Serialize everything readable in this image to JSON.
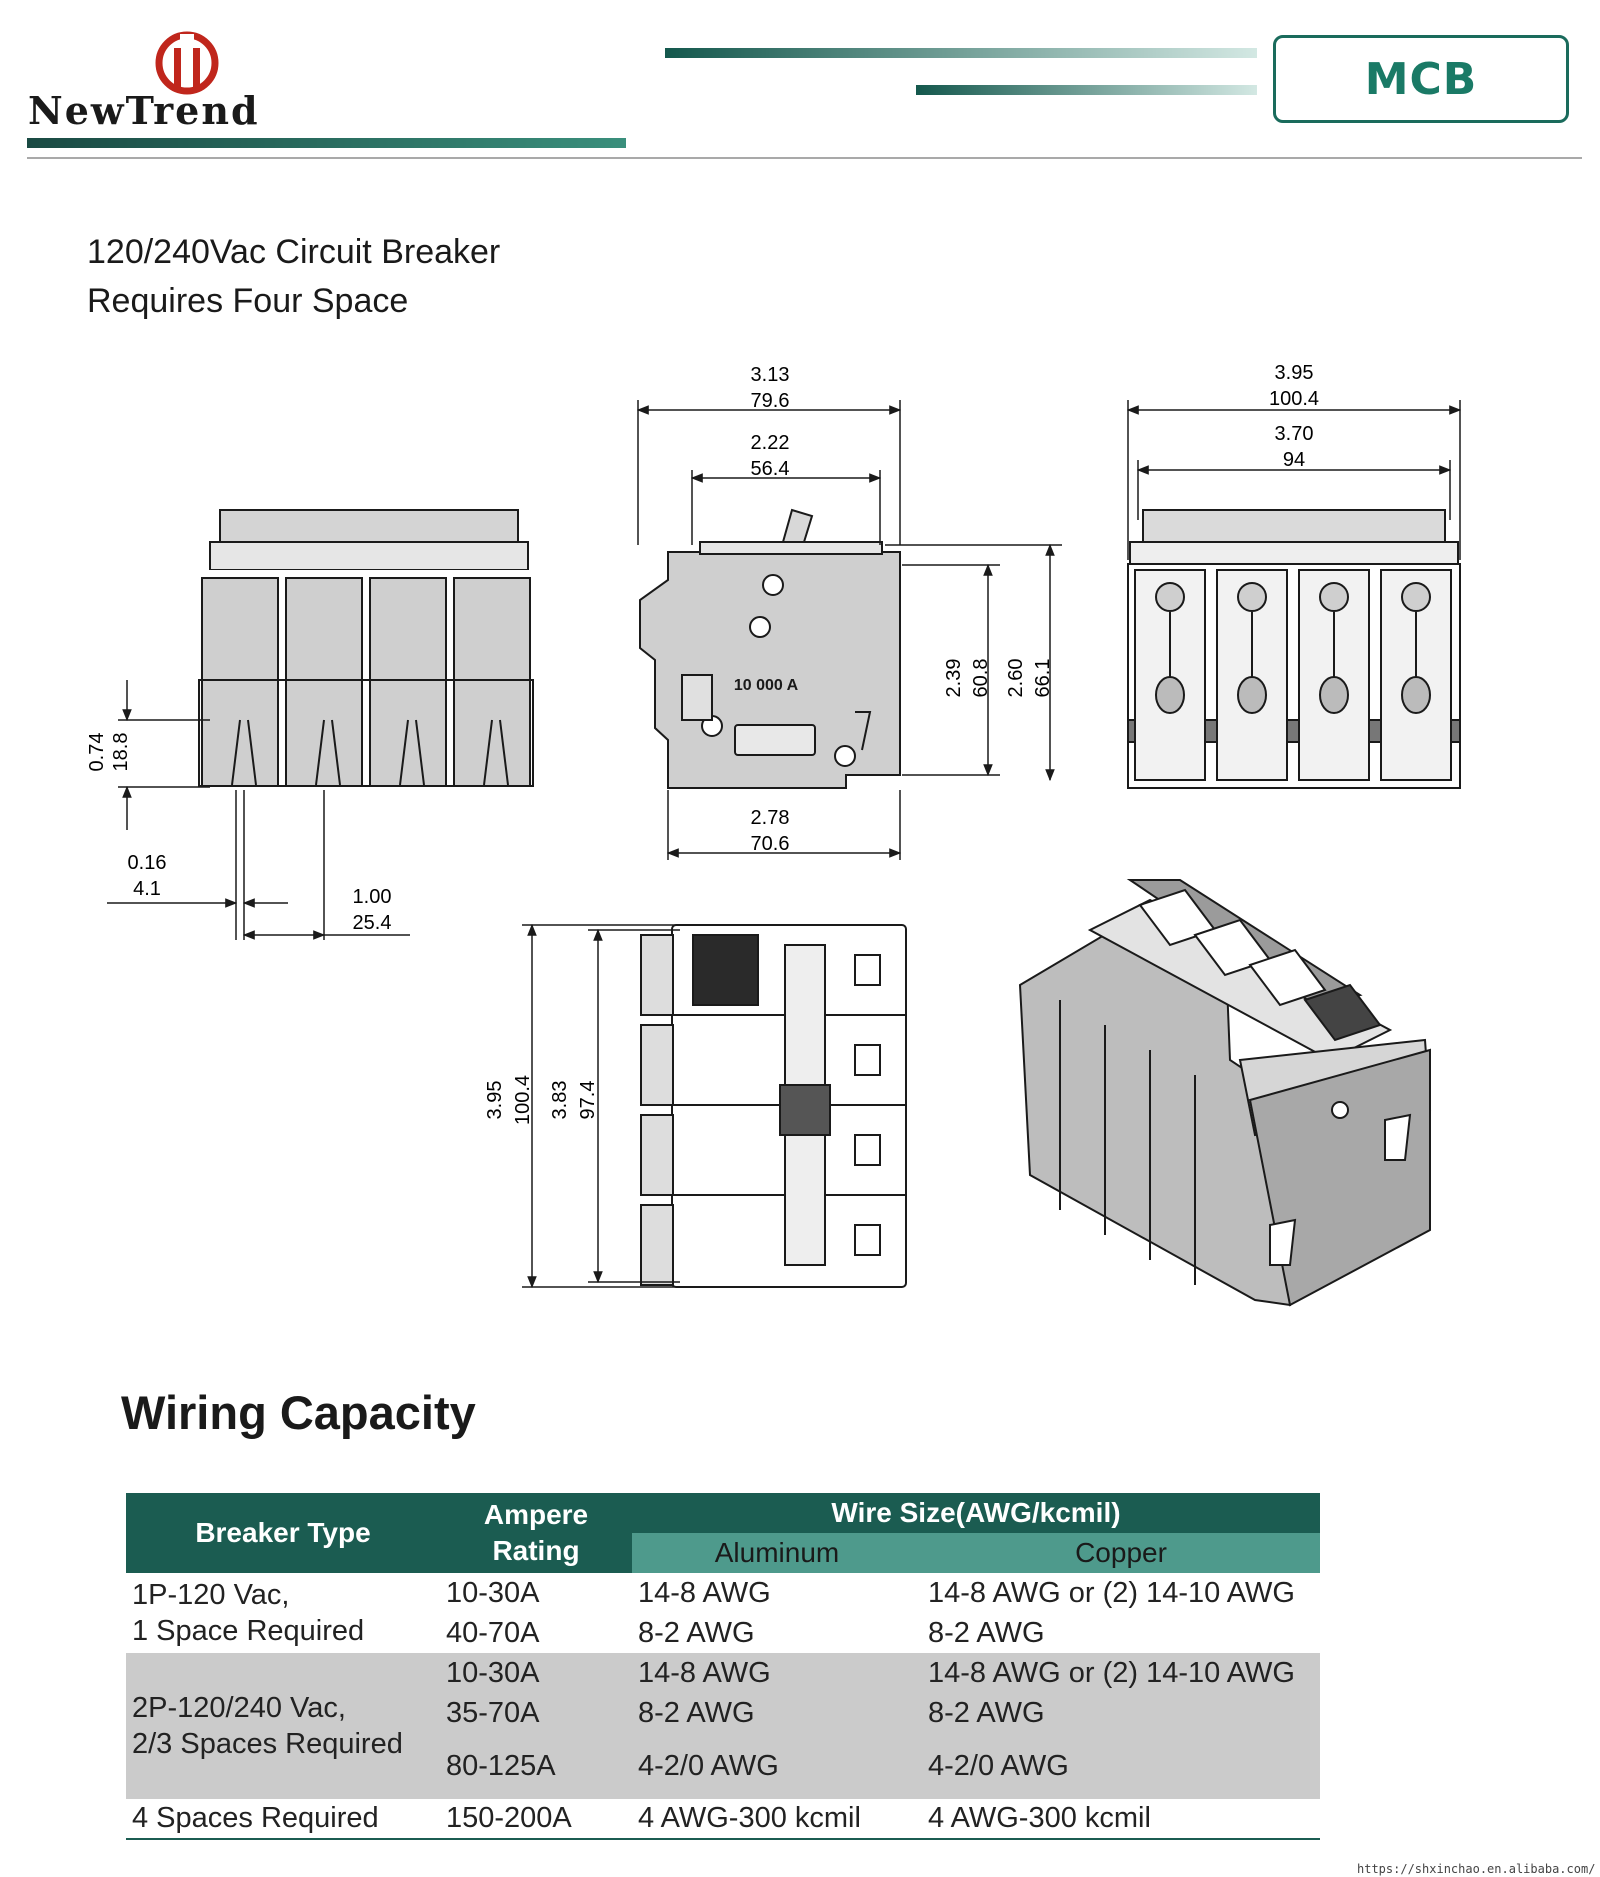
{
  "header": {
    "brand": "NewTrend",
    "badge": "MCB",
    "colors": {
      "brand_green": "#1a6b5c",
      "logo_red": "#c0261c"
    }
  },
  "intro": {
    "line1": "120/240Vac Circuit Breaker",
    "line2": "Requires Four Space"
  },
  "drawings": {
    "side_view": {
      "dims": [
        {
          "inch": "0.74",
          "mm": "18.8"
        },
        {
          "inch": "0.16",
          "mm": "4.1"
        },
        {
          "inch": "1.00",
          "mm": "25.4"
        }
      ]
    },
    "front_view": {
      "dims": [
        {
          "inch": "3.13",
          "mm": "79.6"
        },
        {
          "inch": "2.22",
          "mm": "56.4"
        },
        {
          "inch": "2.78",
          "mm": "70.6"
        },
        {
          "inch": "2.39",
          "mm": "60.8"
        },
        {
          "inch": "2.60",
          "mm": "66.1"
        }
      ],
      "rating_label": "10 000 A"
    },
    "end_view": {
      "dims": [
        {
          "inch": "3.95",
          "mm": "100.4"
        },
        {
          "inch": "3.70",
          "mm": "94"
        }
      ]
    },
    "top_view": {
      "dims": [
        {
          "inch": "3.95",
          "mm": "100.4"
        },
        {
          "inch": "3.83",
          "mm": "97.4"
        }
      ]
    },
    "iso_view": {
      "icon": "breaker-isometric-icon"
    }
  },
  "wiring": {
    "title": "Wiring Capacity",
    "headers": {
      "breaker_type": "Breaker Type",
      "ampere_rating": "Ampere Rating",
      "wire_size": "Wire Size(AWG/kcmil)",
      "aluminum": "Aluminum",
      "copper": "Copper"
    },
    "groups": [
      {
        "type": "1P-120 Vac,\n1 Space Required",
        "rows": [
          {
            "amp": "10-30A",
            "al": "14-8 AWG",
            "cu": "14-8 AWG or (2) 14-10 AWG"
          },
          {
            "amp": "40-70A",
            "al": "8-2 AWG",
            "cu": "8-2 AWG"
          }
        ]
      },
      {
        "type": "2P-120/240 Vac,\n2/3 Spaces Required",
        "rows": [
          {
            "amp": "10-30A",
            "al": "14-8 AWG",
            "cu": "14-8 AWG or (2) 14-10 AWG"
          },
          {
            "amp": "35-70A",
            "al": "8-2 AWG",
            "cu": "8-2 AWG"
          },
          {
            "amp": "80-125A",
            "al": "4-2/0 AWG",
            "cu": "4-2/0 AWG"
          }
        ]
      },
      {
        "type": "4 Spaces Required",
        "rows": [
          {
            "amp": "150-200A",
            "al": "4 AWG-300 kcmil",
            "cu": "4 AWG-300 kcmil"
          }
        ]
      }
    ]
  },
  "footer": {
    "url": "https://shxinchao.en.alibaba.com/"
  }
}
